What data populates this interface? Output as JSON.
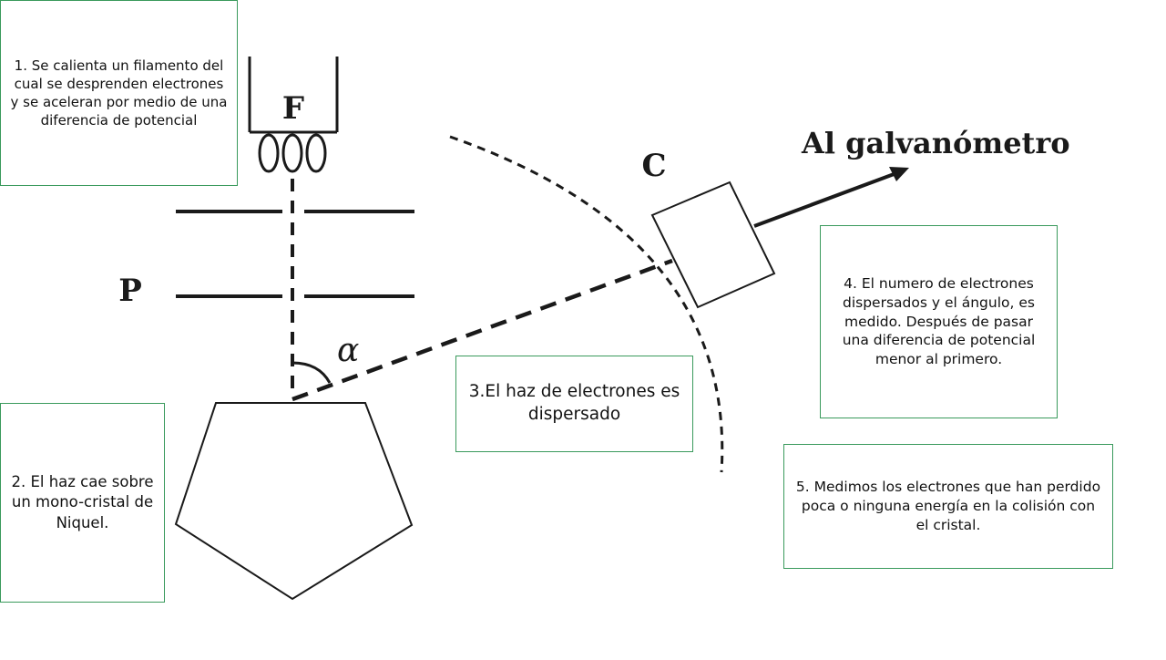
{
  "labels": {
    "filament": "F",
    "plates": "P",
    "collector": "C",
    "galvanometer": "Al galvanómetro",
    "angle": "α"
  },
  "steps": {
    "step1": "1. Se calienta un filamento del cual se desprenden electrones y se aceleran por medio de una diferencia de potencial",
    "step2": "2. El haz cae sobre un mono-cristal de Niquel.",
    "step3": "3.El haz de electrones es dispersado",
    "step4": "4. El numero de electrones dispersados y el ángulo, es medido. Después de pasar una diferencia de potencial menor al primero.",
    "step5": "5. Medimos los electrones que han perdido poca o ninguna energía en la colisión con el cristal."
  },
  "colors": {
    "box_border": "#3a9a5c",
    "ink": "#1a1a1a"
  }
}
